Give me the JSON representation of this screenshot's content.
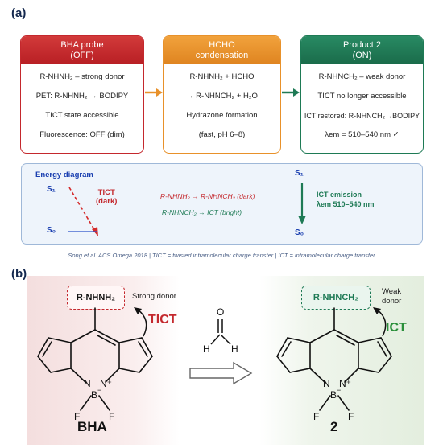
{
  "panel_a_label": "(a)",
  "panel_b_label": "(b)",
  "cards": [
    {
      "title": "BHA probe",
      "subtitle": "(OFF)",
      "color": "#c4282d",
      "lines": [
        "R-NHNH₂  –  strong donor",
        "PET: R-NHNH₂ → BODIPY",
        "TICT state accessible",
        "Fluorescence: OFF (dim)"
      ]
    },
    {
      "title": "HCHO",
      "subtitle": "condensation",
      "color": "#e8912a",
      "lines": [
        "R-NHNH₂  +  HCHO",
        "→  R-NHNCH₂  +  H₂O",
        "Hydrazone formation",
        "(fast, pH 6–8)"
      ]
    },
    {
      "title": "Product 2",
      "subtitle": "(ON)",
      "color": "#1e7a55",
      "lines": [
        "R-NHNCH₂  –  weak donor",
        "TICT no longer accessible",
        "ICT restored: R-NHNCH₂→BODIPY",
        "λem  =  510–540 nm  ✓"
      ]
    }
  ],
  "energy": {
    "title": "Energy diagram",
    "s1_left": "S₁",
    "s0_left": "S₀",
    "tict_label": "TICT",
    "tict_sub": "(dark)",
    "line1": "R-NHNH₂  →  R-NHNCH₂ (dark)",
    "line2": "R-NHNCH₂  →  ICT (bright)",
    "s1_right": "S₁",
    "s0_right": "S₀",
    "ict_label": "ICT emission",
    "ict_sub": "λem 510–540 nm"
  },
  "caption": "Song et al. ACS Omega 2018 | TICT = twisted intramolecular charge transfer | ICT = intramolecular charge transfer",
  "left_mol": {
    "donor": "R-NHNH₂",
    "donor_note": "Strong donor",
    "transfer": "TICT",
    "name": "BHA",
    "n_left": "N",
    "n_right": "N⁺",
    "b": "B",
    "b_charge": "−",
    "f1": "F",
    "f2": "F"
  },
  "reagent": {
    "o": "O",
    "h1": "H",
    "h2": "H"
  },
  "right_mol": {
    "donor": "R-NHNCH₂",
    "donor_note_1": "Weak",
    "donor_note_2": "donor",
    "transfer": "ICT",
    "name": "2",
    "n_left": "N",
    "n_right": "N⁺",
    "b": "B",
    "b_charge": "−",
    "f1": "F",
    "f2": "F"
  },
  "colors": {
    "red": "#c4282d",
    "orange": "#e8912a",
    "green": "#1e7a55",
    "navy": "#15294f"
  }
}
